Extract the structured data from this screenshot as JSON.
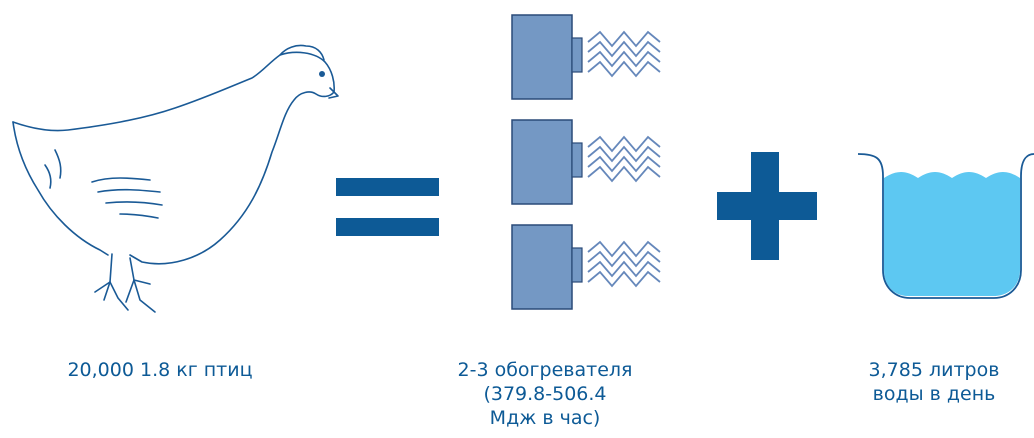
{
  "colors": {
    "outline": "#1a5a96",
    "accent": "#0d5a96",
    "heater_body": "#7498c4",
    "heater_stroke": "#2a4a78",
    "heat_wave": "#6688bb",
    "water_fill": "#5dc8f2",
    "text": "#0d5a96"
  },
  "icons": {
    "chicken": "chicken-outline-icon",
    "equals": "equals-icon",
    "heater": "space-heater-icon",
    "plus": "plus-icon",
    "water": "water-bucket-icon"
  },
  "heater_count": 3,
  "captions": {
    "chicken": "20,000 1.8 кг птиц",
    "heaters": "2-3 обогревателя\n(379.8-506.4\nМдж в час)",
    "water": "3,785 литров\nводы в день"
  }
}
